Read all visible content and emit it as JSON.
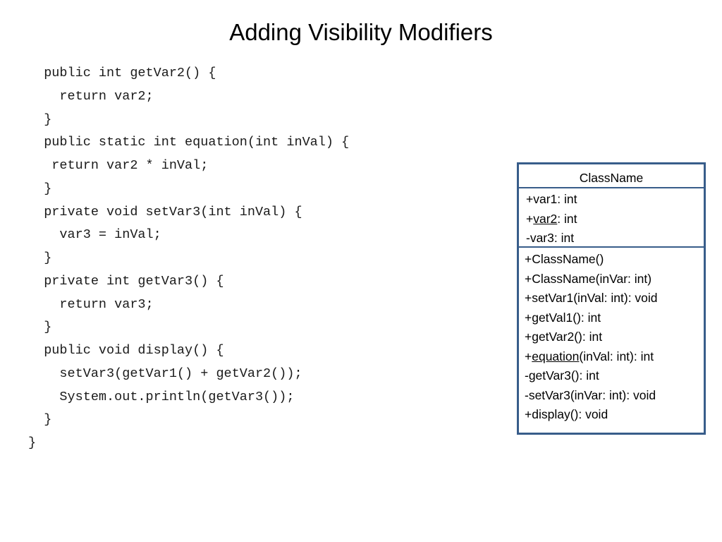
{
  "slide": {
    "title": "Adding Visibility Modifiers"
  },
  "code": {
    "lines": [
      "  public int getVar2() {",
      "    return var2;",
      "  }",
      "  public static int equation(int inVal) {",
      "   return var2 * inVal;",
      "  }",
      "  private void setVar3(int inVal) {",
      "    var3 = inVal;",
      "  }",
      "  private int getVar3() {",
      "    return var3;",
      "  }",
      "  public void display() {",
      "    setVar3(getVar1() + getVar2());",
      "    System.out.println(getVar3());",
      "  }",
      "}"
    ]
  },
  "uml": {
    "class_name": "ClassName",
    "attributes": {
      "var1": {
        "prefix": "+",
        "name": "var1",
        "type": ": int"
      },
      "var2": {
        "prefix": "+",
        "name": "var2",
        "type": ": int"
      },
      "var3": {
        "prefix": "-",
        "name": "var3",
        "type": ": int"
      }
    },
    "operations": {
      "constructor": "+ClassName()",
      "constructor_with_arg": "+ClassName(inVar: int)",
      "setVar1": "+setVar1(inVal: int): void",
      "getVal1": "+getVal1(): int",
      "getVar2": "+getVar2(): int",
      "equation": {
        "prefix": "+",
        "name": "equation",
        "rest": "(inVal: int): int"
      },
      "getVar3": "-getVar3(): int",
      "setVar3": "-setVar3(inVar: int): void",
      "display": "+display(): void"
    }
  }
}
